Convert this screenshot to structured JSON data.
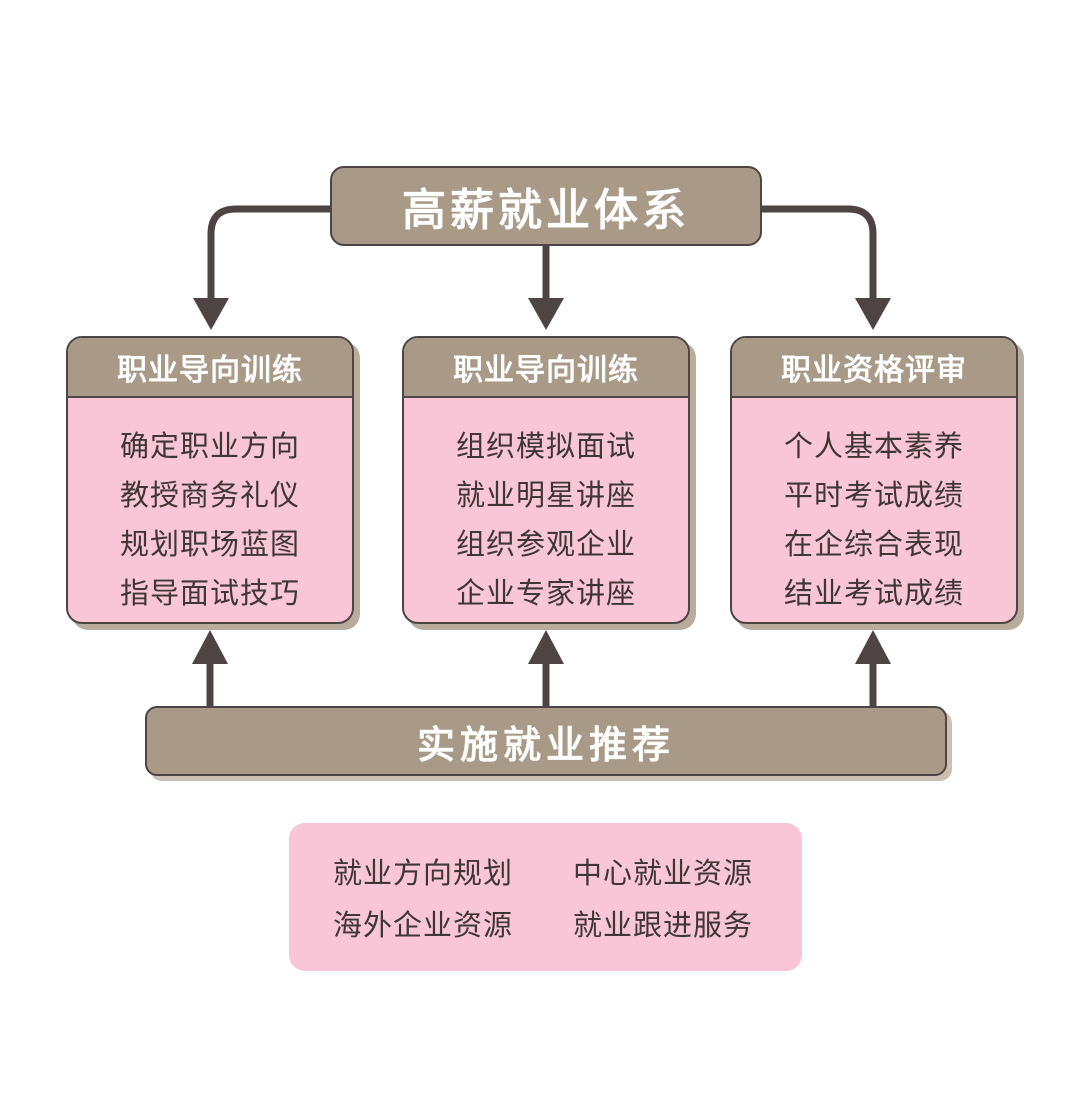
{
  "title": "高薪就业体系",
  "columns": [
    {
      "heading": "职业导向训练",
      "items": [
        "确定职业方向",
        "教授商务礼仪",
        "规划职场蓝图",
        "指导面试技巧"
      ]
    },
    {
      "heading": "职业导向训练",
      "items": [
        "组织模拟面试",
        "就业明星讲座",
        "组织参观企业",
        "企业专家讲座"
      ]
    },
    {
      "heading": "职业资格评审",
      "items": [
        "个人基本素养",
        "平时考试成绩",
        "在企综合表现",
        "结业考试成绩"
      ]
    }
  ],
  "bottom_bar": "实施就业推荐",
  "services": [
    "就业方向规划",
    "中心就业资源",
    "海外企业资源",
    "就业跟进服务"
  ],
  "colors": {
    "bar_fill": "#a99a87",
    "card_fill": "#f8c6d6",
    "stroke": "#4e4444",
    "text": "#3f3636"
  }
}
